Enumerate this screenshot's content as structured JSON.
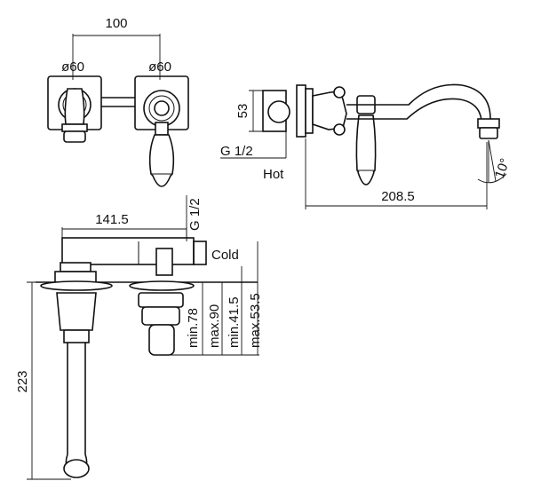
{
  "dimensions": {
    "top_spacing": "100",
    "left_diameter": "ø60",
    "right_diameter": "ø60",
    "side_height": "53",
    "thread_top": "G 1/2",
    "spout_reach": "208.5",
    "spout_angle": "10°",
    "body_length": "141.5",
    "thread_bottom": "G 1/2",
    "min_depth_1": "min.78",
    "max_depth_1": "max.90",
    "min_depth_2": "min.41.5",
    "max_depth_2": "max.53.5",
    "spout_height": "223"
  },
  "labels": {
    "hot": "Hot",
    "cold": "Cold"
  }
}
